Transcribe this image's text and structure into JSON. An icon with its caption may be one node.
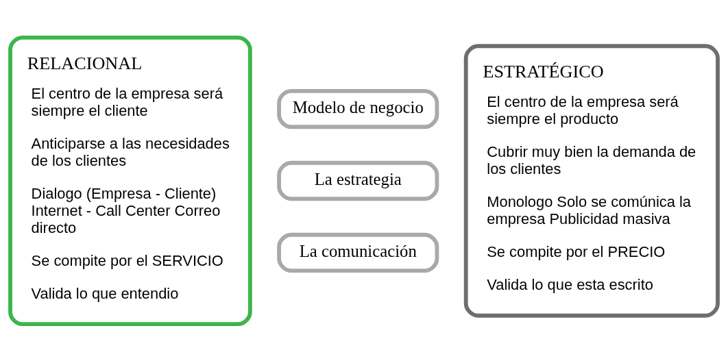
{
  "diagram": {
    "nodes": [
      {
        "text": [
          "RELACIONAL",
          "El centro de la empresa será siempre el cliente",
          "Anticiparse a las necesidades de los clientes",
          "Dialogo (Empresa - Cliente) Internet - Call Center Correo directo",
          "Se compite por el SERVICIO",
          "Valida lo que entendio"
        ]
      },
      {
        "text": [
          "Modelo de negocio"
        ]
      },
      {
        "text": [
          "La estrategia"
        ]
      },
      {
        "text": [
          "La comunicación"
        ]
      },
      {
        "text": [
          "ESTRATÉGICO",
          "El centro de la empresa será siempre el producto",
          "Cubrir muy bien la demanda de los clientes",
          "Monologo Solo se comúnica la empresa Publicidad masiva",
          "Se compite por el PRECIO",
          "Valida lo que esta escrito"
        ]
      }
    ]
  }
}
